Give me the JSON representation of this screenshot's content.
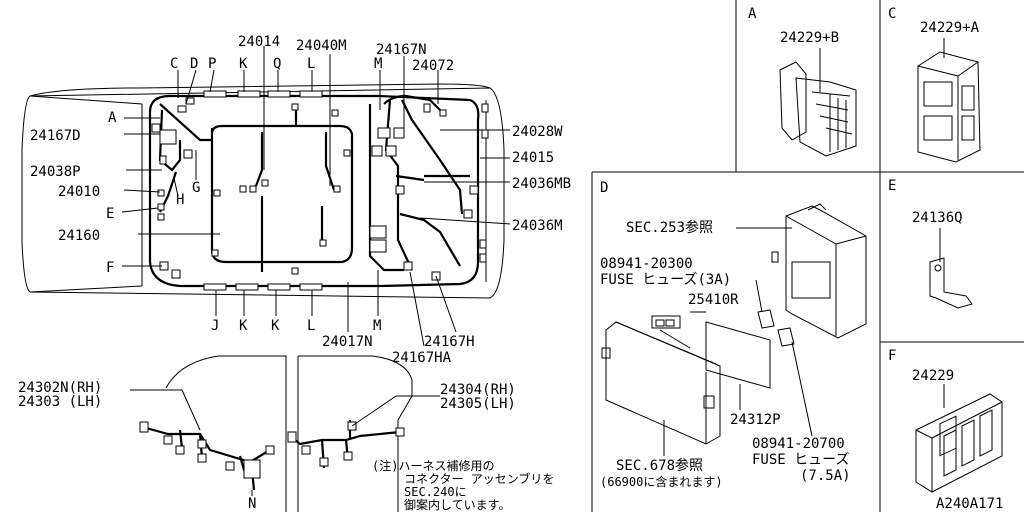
{
  "main_labels": {
    "p24014": "24014",
    "p24040M": "24040M",
    "p24167N": "24167N",
    "p24072": "24072",
    "p24167D": "24167D",
    "p24038P": "24038P",
    "p24010": "24010",
    "p24160": "24160",
    "p24028W": "24028W",
    "p24015": "24015",
    "p24036MB": "24036MB",
    "p24036M": "24036M",
    "p24017N": "24017N",
    "p24167H": "24167H",
    "p24167HA": "24167HA"
  },
  "letter_labels": {
    "top": [
      "C",
      "D",
      "P",
      "K",
      "Q",
      "L",
      "M"
    ],
    "bottom": [
      "J",
      "K",
      "K",
      "L",
      "M"
    ],
    "left": [
      "A",
      "E",
      "F"
    ],
    "inner": [
      "G",
      "H"
    ]
  },
  "door_labels": {
    "front_rh": "24302N(RH)",
    "front_lh": "24303 (LH)",
    "rear_rh": "24304(RH)",
    "rear_lh": "24305(LH)",
    "clip": "N"
  },
  "note": {
    "line1": "(注)ハーネス補修用の",
    "line2": "コネクター アッセンブリを",
    "line3": "SEC.240に",
    "line4": "御案内しています。"
  },
  "panel_a": {
    "letter": "A",
    "part": "24229+B"
  },
  "panel_c": {
    "letter": "C",
    "part": "24229+A"
  },
  "panel_e": {
    "letter": "E",
    "part": "24136Q"
  },
  "panel_f": {
    "letter": "F",
    "part": "24229"
  },
  "panel_d": {
    "letter": "D",
    "sec253": "SEC.253参照",
    "fuse3_num": "08941-20300",
    "fuse3_desc": "FUSE ヒューズ(3A)",
    "p25410R": "25410R",
    "p24312P": "24312P",
    "fuse75_num": "08941-20700",
    "fuse75_desc": "FUSE ヒューズ",
    "fuse75_amp": "(7.5A)",
    "sec678": "SEC.678参照",
    "sec678_sub": "(66900に含まれます)"
  },
  "figure_code": "A240A171"
}
